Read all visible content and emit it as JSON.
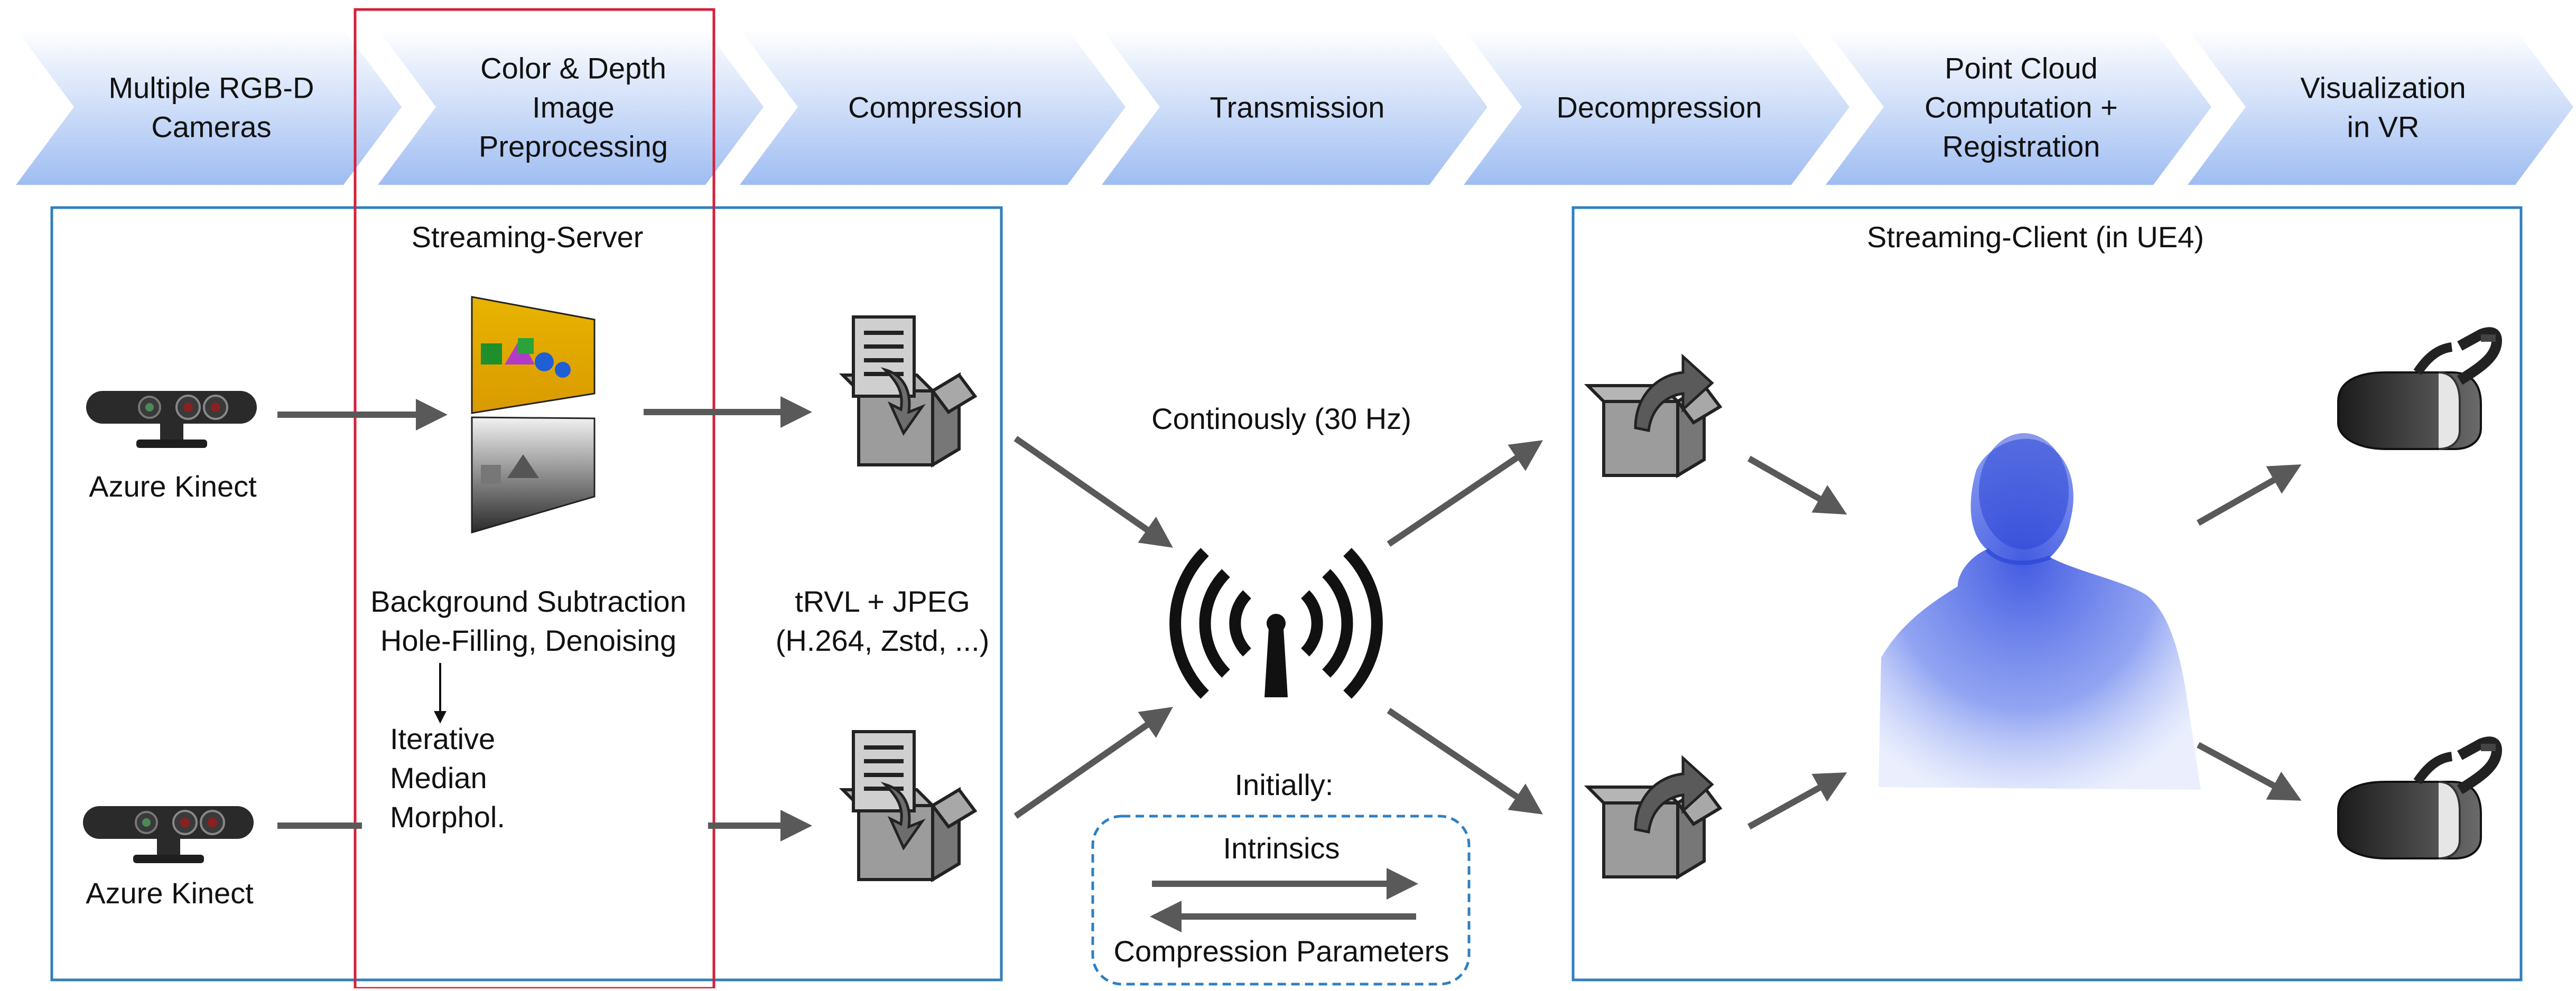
{
  "pipeline": {
    "stages": [
      {
        "lines": [
          "Multiple RGB-D",
          "Cameras"
        ]
      },
      {
        "lines": [
          "Color & Depth",
          "Image",
          "Preprocessing"
        ]
      },
      {
        "lines": [
          "Compression"
        ]
      },
      {
        "lines": [
          "Transmission"
        ]
      },
      {
        "lines": [
          "Decompression"
        ]
      },
      {
        "lines": [
          "Point Cloud",
          "Computation +",
          "Registration"
        ]
      },
      {
        "lines": [
          "Visualization",
          "in VR"
        ]
      }
    ]
  },
  "server": {
    "title": "Streaming-Server",
    "camera_top_label": "Azure Kinect",
    "camera_bottom_label": "Azure Kinect",
    "preprocessing_line1": "Background Subtraction",
    "preprocessing_line2": "Hole-Filling, Denoising",
    "filters": [
      "Iterative",
      "Median",
      "Morphol."
    ],
    "codec_line1": "tRVL + JPEG",
    "codec_line2": "(H.264, Zstd, ...)"
  },
  "transmission": {
    "rate_label": "Continously (30 Hz)",
    "initially_label": "Initially:",
    "intrinsics_label": "Intrinsics",
    "compression_params_label": "Compression Parameters"
  },
  "client": {
    "title": "Streaming-Client (in UE4)"
  },
  "colors": {
    "chevron_top": "#ffffff",
    "chevron_bottom": "#9fbdf2",
    "box_border": "#2f7fc0",
    "highlight_border": "#d6203a",
    "arrow": "#595959",
    "point_cloud": "#2b45d6"
  }
}
